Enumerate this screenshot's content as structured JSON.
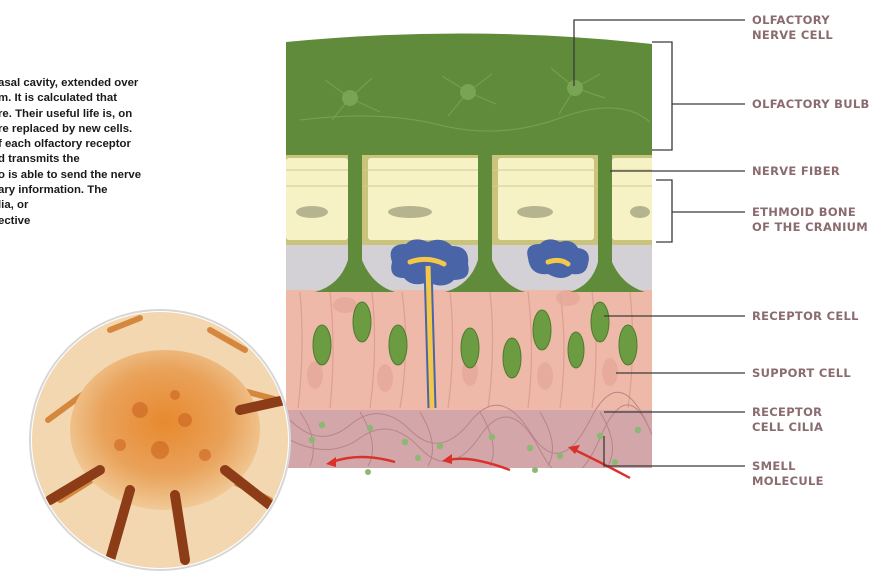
{
  "intro_lines": [
    "asal cavity, extended over",
    "m. It is calculated that",
    "re. Their useful life is, on",
    "re replaced by new cells.",
    "f each olfactory receptor",
    "d transmits the",
    "o is able to send the nerve",
    "ary information. The",
    "lia, or",
    "ective"
  ],
  "labels": [
    {
      "id": "olfactory-nerve-cell",
      "lines": [
        "OLFACTORY",
        "NERVE CELL"
      ]
    },
    {
      "id": "olfactory-bulb",
      "lines": [
        "OLFACTORY BULB"
      ]
    },
    {
      "id": "nerve-fiber",
      "lines": [
        "NERVE FIBER"
      ]
    },
    {
      "id": "ethmoid-bone",
      "lines": [
        "ETHMOID BONE",
        "OF THE CRANIUM"
      ]
    },
    {
      "id": "receptor-cell",
      "lines": [
        "RECEPTOR CELL"
      ]
    },
    {
      "id": "support-cell",
      "lines": [
        "SUPPORT CELL"
      ]
    },
    {
      "id": "receptor-cell-cilia",
      "lines": [
        "RECEPTOR",
        "CELL CILIA"
      ]
    },
    {
      "id": "smell-molecule",
      "lines": [
        "SMELL",
        "MOLECULE"
      ]
    }
  ],
  "colors": {
    "bulb_green": "#5f8b3a",
    "bone_yellow": "#f4efbd",
    "epithelium_pink": "#efb9a9",
    "cilia_mauve": "#d3a6a9",
    "gland_blue": "#4a64a8",
    "duct_yellow": "#f3c84a",
    "label_text": "#8a6b6f",
    "leader_line": "#3a3a3a",
    "arrow_red": "#d9322a"
  }
}
